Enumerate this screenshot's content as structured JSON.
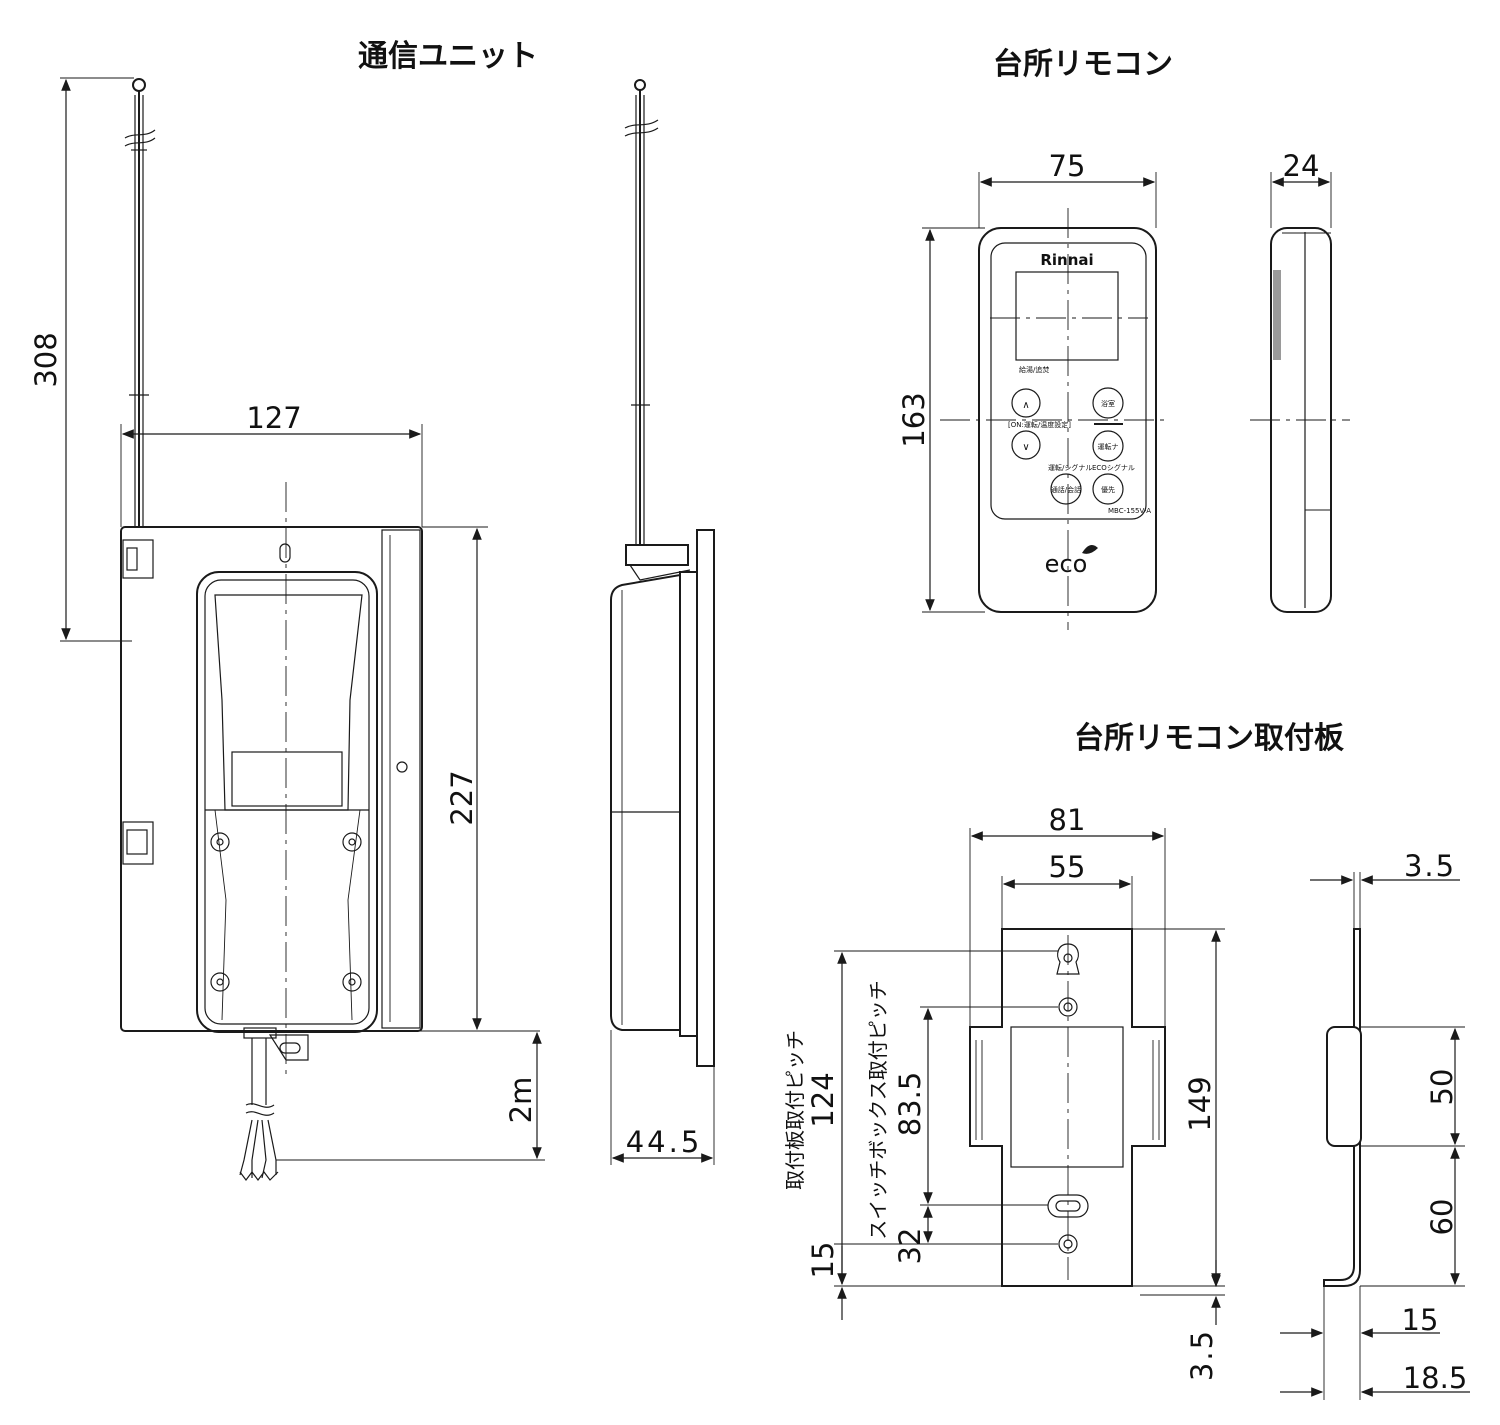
{
  "titles": {
    "unit": "通信ユニット",
    "remote": "台所リモコン",
    "plate": "台所リモコン取付板"
  },
  "unit": {
    "dim_antenna": "308",
    "dim_width": "127",
    "dim_height": "227",
    "dim_cable": "2m",
    "dim_depth": "44.5"
  },
  "remote": {
    "dim_width": "75",
    "dim_height": "163",
    "dim_depth": "24",
    "brand": "Rinnai",
    "eco": "eco",
    "label_top": "給湯/追焚",
    "label_temp": "[ON:運転/温度設定]",
    "btn_up": "∧",
    "btn_down": "∨",
    "btn_bath": "浴室",
    "btn_call": "運転ナ",
    "btn_talk": "通話/会話",
    "btn_priority": "優先",
    "label_signal": "運転/シグナル",
    "label_eco_signal": "ECOシグナル",
    "model": "MBC-155V-A"
  },
  "plate": {
    "dim_outer_width": "81",
    "dim_inner_width": "55",
    "dim_height": "149",
    "dim_bottom": "3.5",
    "dim_thickness": "3.5",
    "dim_pitch_plate": "124",
    "label_pitch_plate": "取付板取付ピッチ",
    "dim_pitch_switch": "83.5",
    "label_pitch_switch": "スイッチボックス取付ピッチ",
    "dim_15": "15",
    "dim_32": "32",
    "dim_50": "50",
    "dim_60": "60",
    "dim_side_15": "15",
    "dim_side_18": "18.5"
  }
}
